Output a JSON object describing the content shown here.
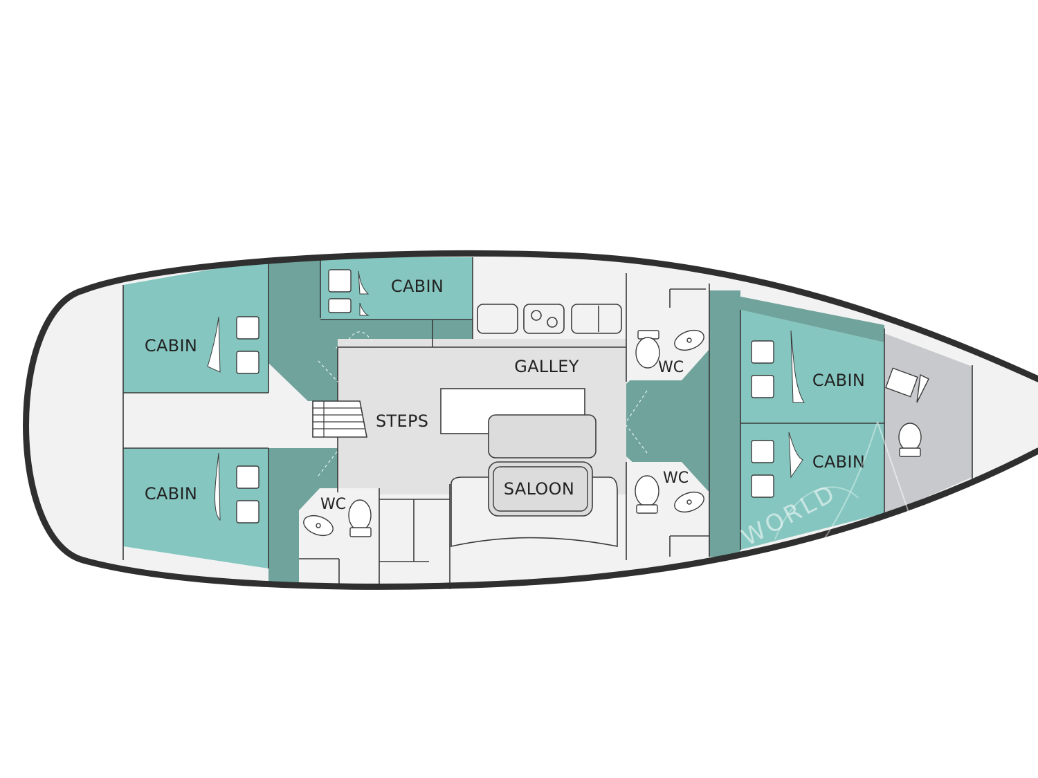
{
  "plan": {
    "labels": {
      "cabin_aft_port": "CABIN",
      "cabin_aft_starboard": "CABIN",
      "cabin_mid": "CABIN",
      "cabin_fwd_port": "CABIN",
      "cabin_fwd_starboard": "CABIN",
      "galley": "GALLEY",
      "steps": "STEPS",
      "saloon": "SALOON",
      "wc_aft": "WC",
      "wc_fwd_port": "WC",
      "wc_fwd_starboard": "WC"
    },
    "watermark": "WORLD"
  },
  "colors": {
    "hull_outline": "#2f2f2f",
    "cabin": "#85c7c0",
    "passage": "#6fa39c",
    "saloon_floor": "#e2e2e2",
    "deck_white": "#f2f2f2",
    "head": "#c7c9cc"
  }
}
